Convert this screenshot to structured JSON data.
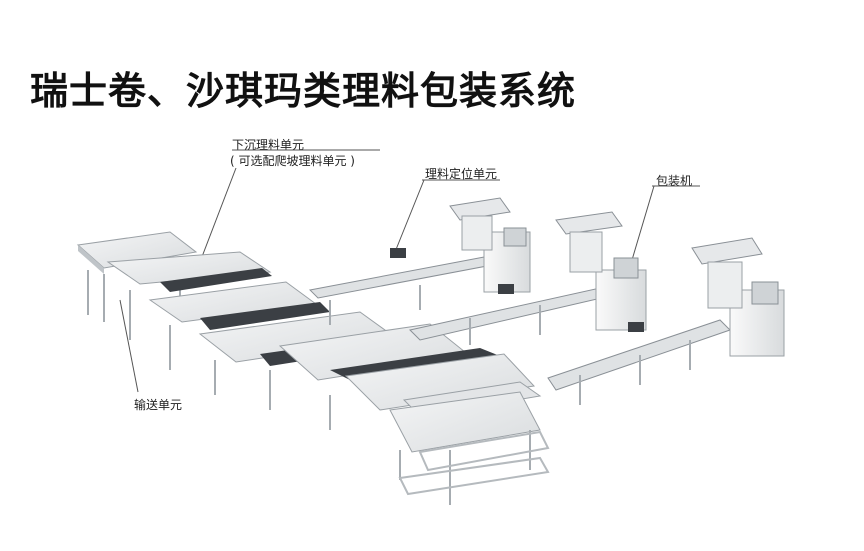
{
  "title": "瑞士卷、沙琪玛类理料包装系统",
  "callouts": {
    "sink_unit": "下沉理料单元",
    "sink_unit_option": "( 可选配爬坡理料单元 )",
    "positioning_unit": "理料定位单元",
    "packaging_machine": "包装机",
    "conveyor_unit": "输送单元"
  },
  "colors": {
    "frame": "#cfd3d6",
    "frame_dark": "#8a9096",
    "belt": "#e9ebec",
    "belt_dark": "#3b3f44",
    "cabinet": "#f2f3f4",
    "leader": "#555555"
  }
}
